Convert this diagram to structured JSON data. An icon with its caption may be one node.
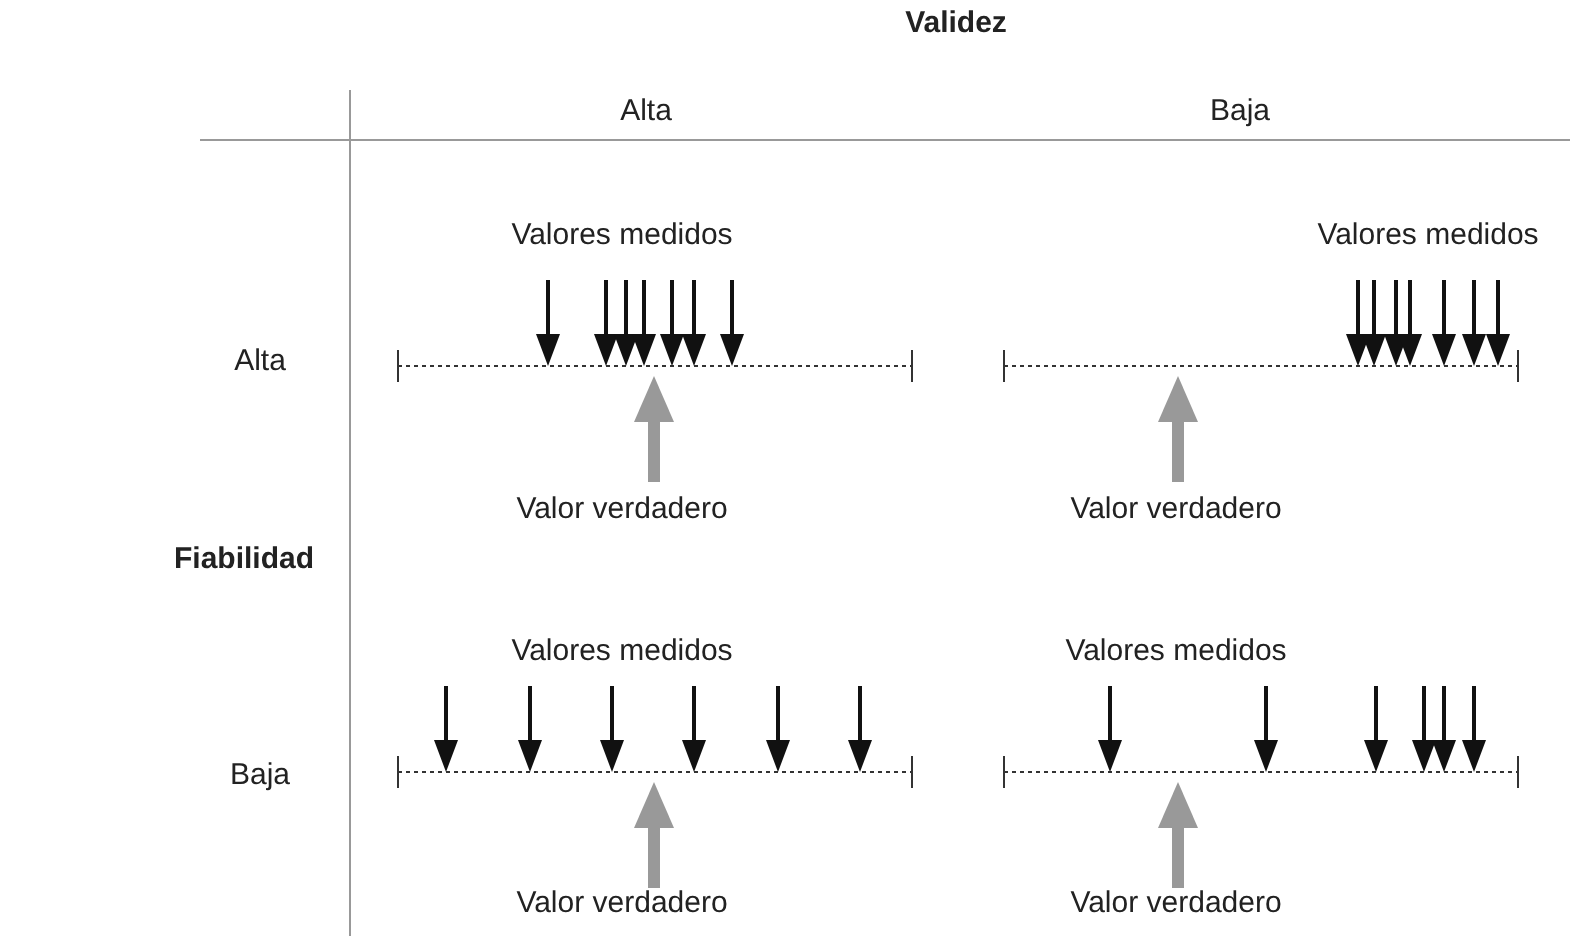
{
  "diagram": {
    "title": "Validez",
    "labels": [
      "Alta",
      "Baja",
      "Valores medidos",
      "Valores medidos",
      "Alta",
      "Valor verdadero",
      "Valor verdadero",
      "Fiabilidad",
      "Valores medidos",
      "Valores medidos",
      "Baja",
      "Valor verdadero",
      "Valor verdadero"
    ]
  }
}
